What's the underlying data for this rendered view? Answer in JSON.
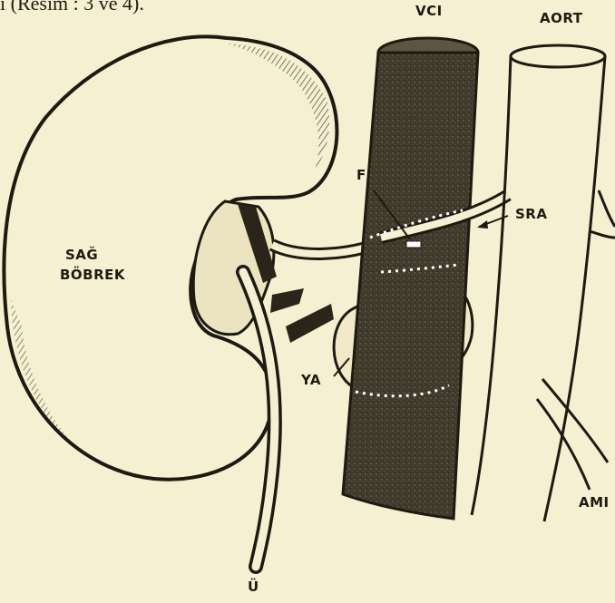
{
  "caption_fragment": "i (Resim : 3 ve 4).",
  "labels": {
    "vci": "VCI",
    "aort": "AORT",
    "sag": "SAĞ",
    "bobrek": "BÖBREK",
    "f": "F",
    "sra": "SRA",
    "ya": "YA",
    "ami": "AMI",
    "u": "Ü"
  },
  "colors": {
    "paper": "#f6f0d2",
    "ink": "#1d1a12",
    "vein_fill": "#3f3a2c"
  }
}
